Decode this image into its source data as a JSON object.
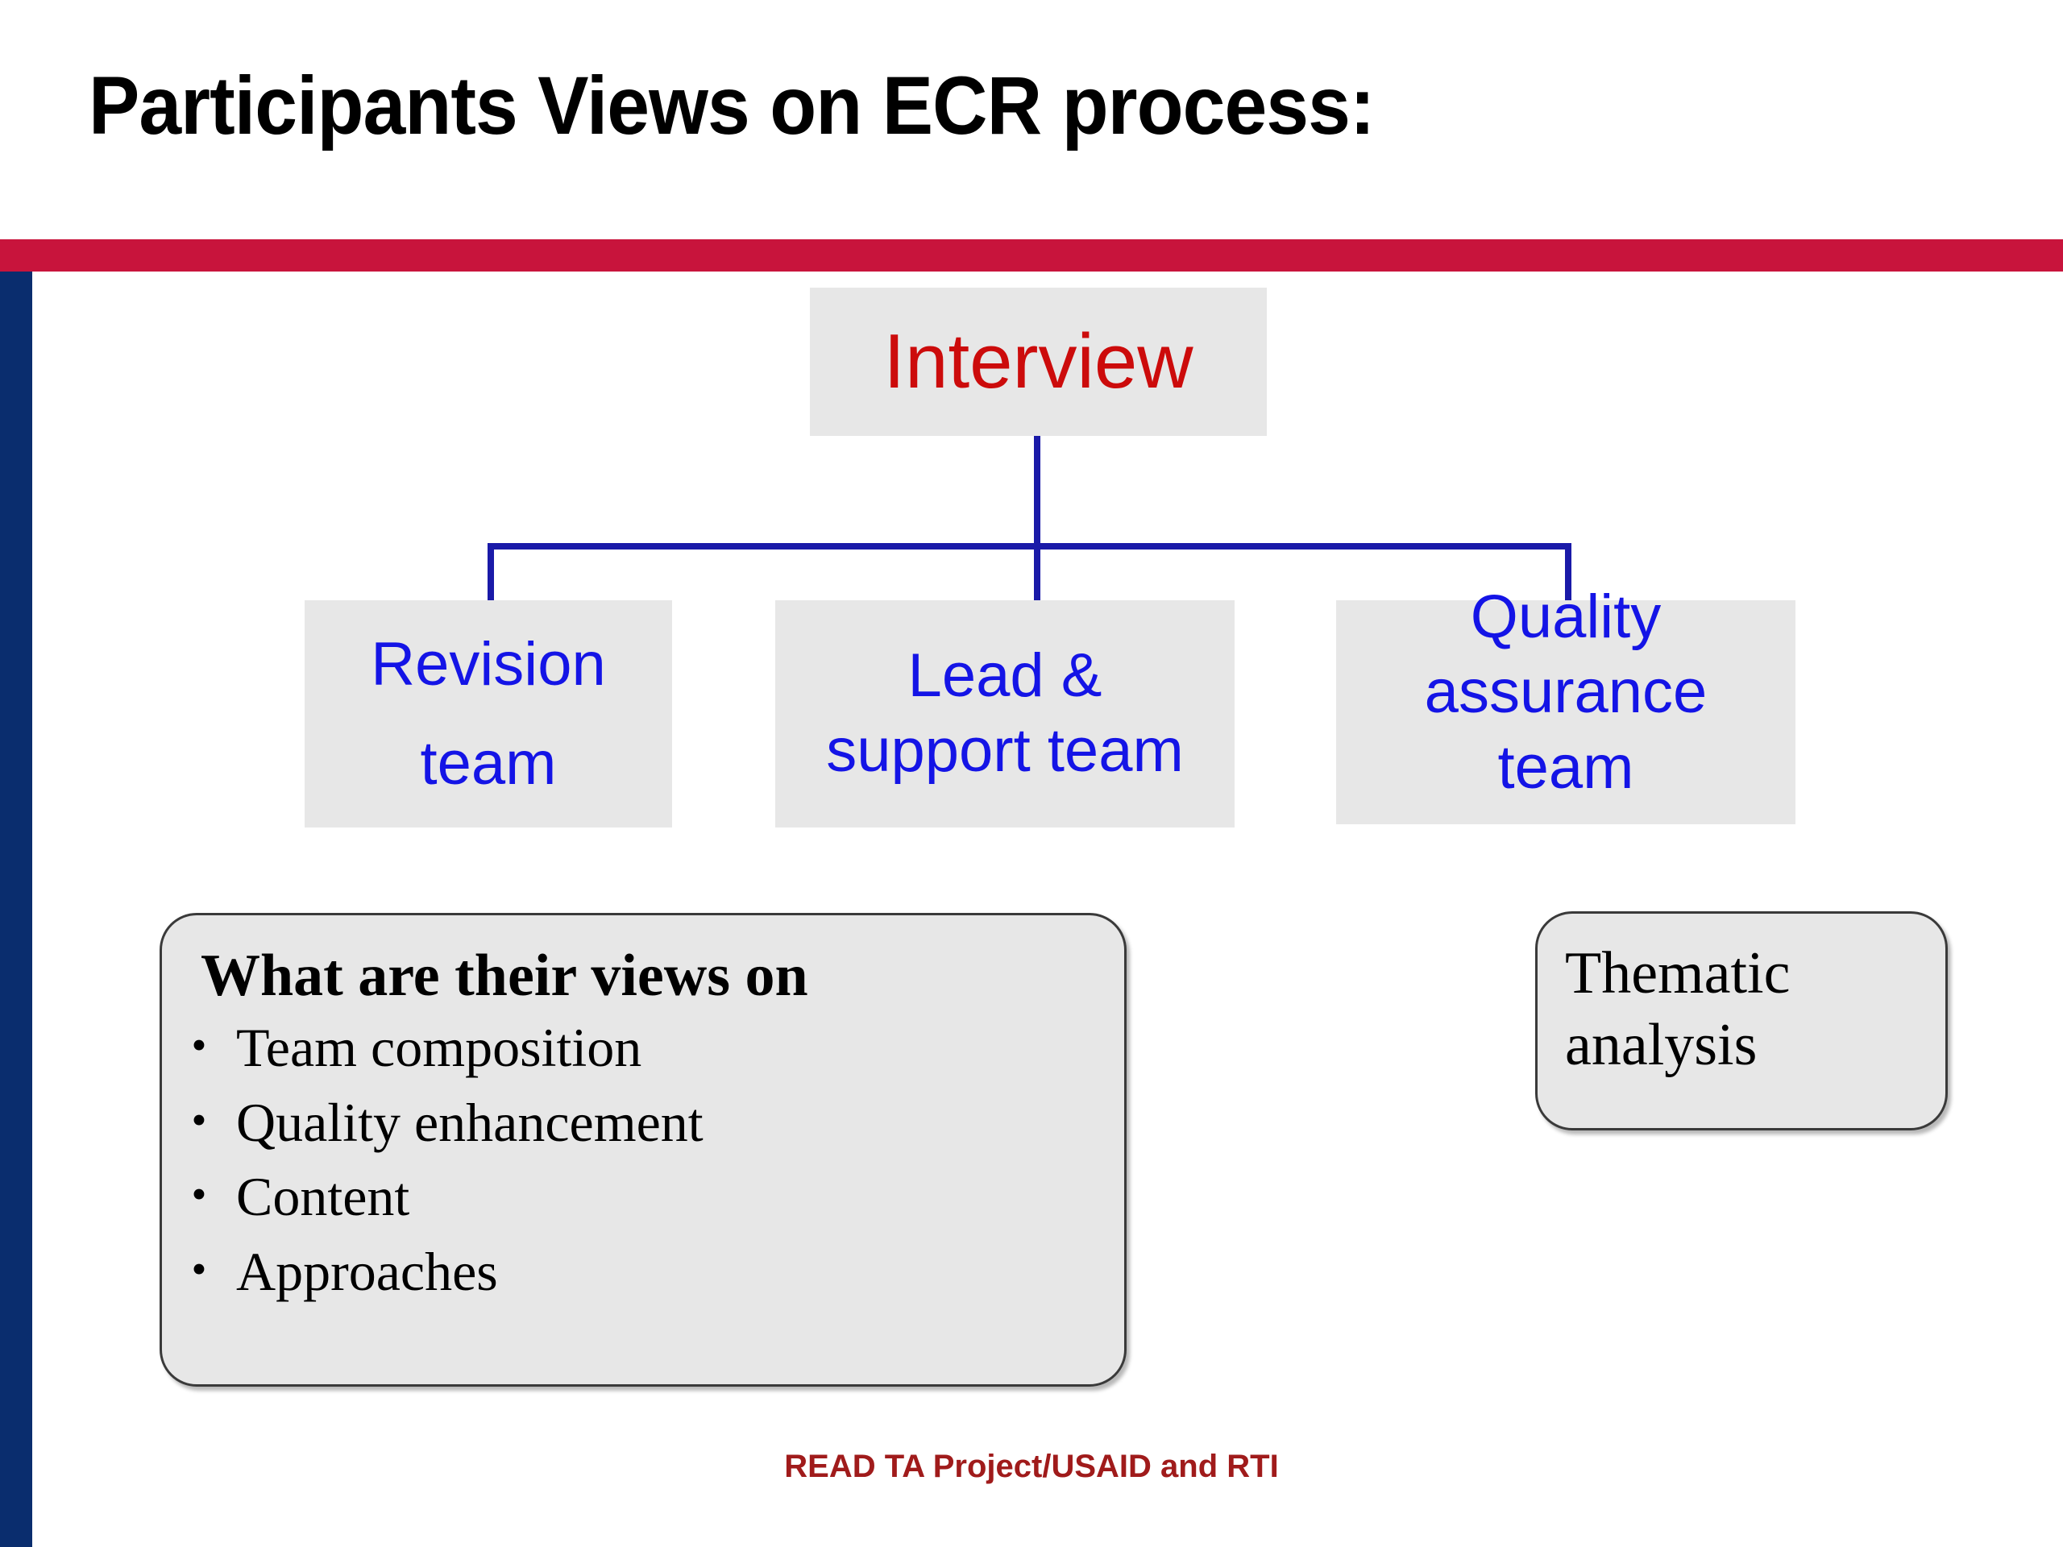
{
  "slide": {
    "title": "Participants Views on ECR process:",
    "footer_credit": "READ TA Project/USAID and RTI",
    "accent_red": "#C8143C",
    "accent_blue": "#0A2D6E",
    "box_fill": "#E7E7E7",
    "connector_color": "#1A1AA8"
  },
  "diagram": {
    "root": {
      "label": "Interview",
      "color": "#CC0B0B"
    },
    "children": [
      {
        "label": "Revision\nteam",
        "color": "#1414E6"
      },
      {
        "label": "Lead &\nsupport team",
        "color": "#1414E6"
      },
      {
        "label": "Quality\nassurance\nteam",
        "color": "#1414E6"
      }
    ]
  },
  "views_box": {
    "heading": "What are their views on",
    "bullet_glyph": "•",
    "items": [
      "Team composition",
      "Quality enhancement",
      "Content",
      "Approaches"
    ]
  },
  "thematic_box": {
    "label": "Thematic analysis"
  }
}
